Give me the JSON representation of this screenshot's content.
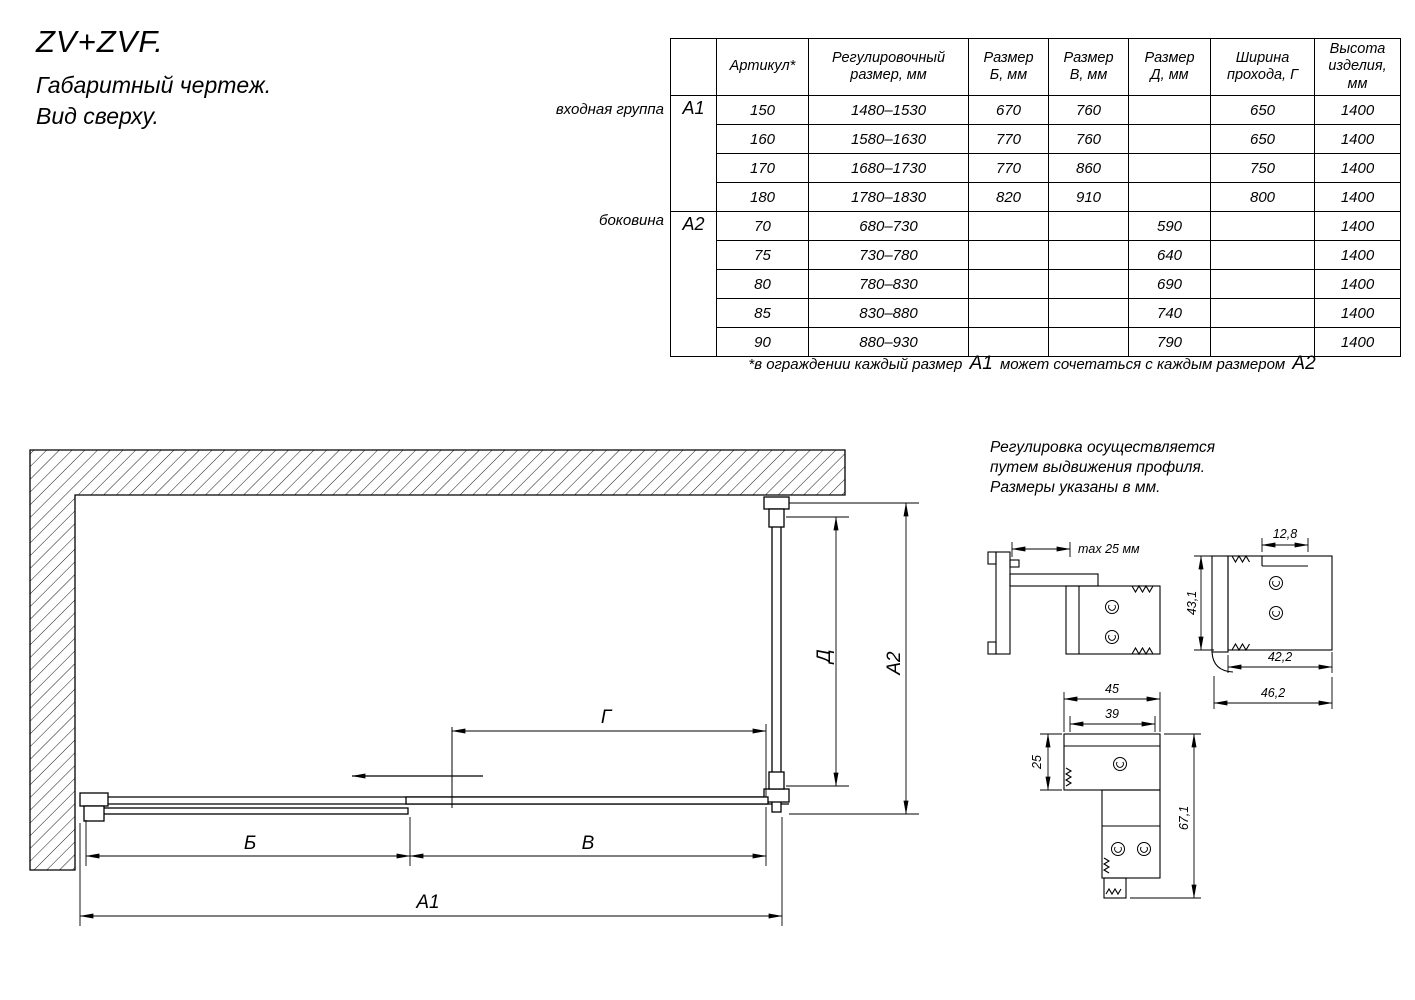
{
  "title": {
    "model": "ZV+ZVF.",
    "subtitle1": "Габаритный чертеж.",
    "subtitle2": "Вид сверху."
  },
  "table": {
    "headers": [
      "",
      "Артикул*",
      "Регулировочный\nразмер, мм",
      "Размер\nБ, мм",
      "Размер\nВ, мм",
      "Размер\nД, мм",
      "Ширина\nпрохода, Г",
      "Высота\nизделия,\nмм"
    ],
    "groups": [
      {
        "label": "входная группа",
        "code": "А1",
        "rows": [
          [
            "150",
            "1480–1530",
            "670",
            "760",
            "",
            "650",
            "1400"
          ],
          [
            "160",
            "1580–1630",
            "770",
            "760",
            "",
            "650",
            "1400"
          ],
          [
            "170",
            "1680–1730",
            "770",
            "860",
            "",
            "750",
            "1400"
          ],
          [
            "180",
            "1780–1830",
            "820",
            "910",
            "",
            "800",
            "1400"
          ]
        ]
      },
      {
        "label": "боковина",
        "code": "А2",
        "rows": [
          [
            "70",
            "680–730",
            "",
            "",
            "590",
            "",
            "1400"
          ],
          [
            "75",
            "730–780",
            "",
            "",
            "640",
            "",
            "1400"
          ],
          [
            "80",
            "780–830",
            "",
            "",
            "690",
            "",
            "1400"
          ],
          [
            "85",
            "830–880",
            "",
            "",
            "740",
            "",
            "1400"
          ],
          [
            "90",
            "880–930",
            "",
            "",
            "790",
            "",
            "1400"
          ]
        ]
      }
    ],
    "footnote": {
      "part1": "*в ограждении каждый размер",
      "a1": "А1",
      "part2": "может сочетаться с каждым размером",
      "a2": "А2"
    }
  },
  "plan": {
    "dim_b": "Б",
    "dim_v": "В",
    "dim_g": "Г",
    "dim_d": "Д",
    "dim_a1": "А1",
    "dim_a2": "А2"
  },
  "notes": {
    "line1": "Регулировка осуществляется",
    "line2": "путем выдвижения профиля.",
    "line3": "Размеры указаны в мм."
  },
  "details": {
    "max25": "max 25 мм",
    "d128": "12,8",
    "d431": "43,1",
    "d422": "42,2",
    "d462": "46,2",
    "d45": "45",
    "d39": "39",
    "d25": "25",
    "d671": "67,1"
  },
  "colors": {
    "ink": "#000000",
    "background": "#ffffff"
  }
}
